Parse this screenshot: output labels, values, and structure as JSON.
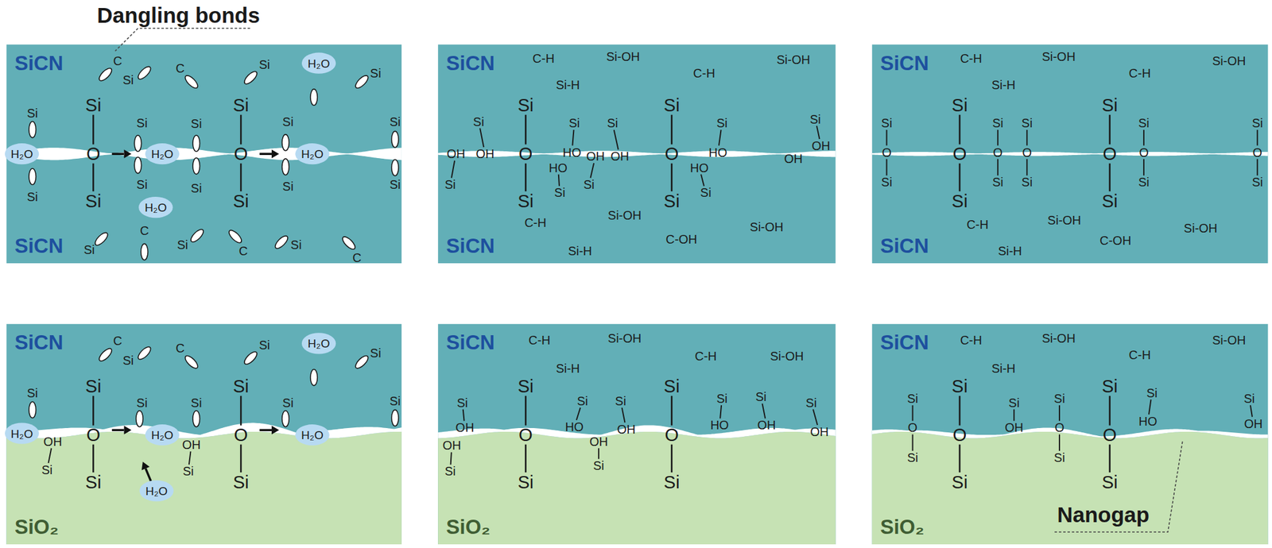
{
  "diagram": {
    "nodes": [
      {
        "text": [
          "SiCN"
        ]
      },
      {
        "text": [
          "SiCN"
        ]
      },
      {
        "text": [
          "SiCN"
        ]
      },
      {
        "text": [
          "SiCN"
        ]
      },
      {
        "text": [
          "SiCN"
        ]
      },
      {
        "text": [
          "SiCN"
        ]
      },
      {
        "text": [
          "SiCN"
        ]
      },
      {
        "text": [
          "SiO₂"
        ]
      },
      {
        "text": [
          "SiCN"
        ]
      },
      {
        "text": [
          "SiO₂"
        ]
      },
      {
        "text": [
          "SiCN"
        ]
      },
      {
        "text": [
          "SiO₂"
        ]
      }
    ],
    "labels": [
      "Dangling bonds",
      "C",
      "Si",
      "C",
      "Si",
      "H₂O",
      "Si",
      "Si",
      "H₂O",
      "Si",
      "Si",
      "O",
      "Si",
      "Si",
      "H₂O",
      "Si",
      "Si",
      "Si",
      "Si",
      "O",
      "Si",
      "Si",
      "H₂O",
      "Si",
      "Si",
      "Si",
      "H₂O",
      "Si",
      "C",
      "Si",
      "C",
      "Si",
      "C",
      "C",
      "Si",
      "C",
      "Si",
      "H₂O",
      "Si",
      "Si",
      "H₂O",
      "OH",
      "Si",
      "Si",
      "O",
      "Si",
      "Si",
      "H₂O",
      "OH",
      "Si",
      "H₂O",
      "Si",
      "Si",
      "O",
      "Si",
      "Si",
      "H₂O",
      "Si",
      "C-H",
      "Si-OH",
      "C-H",
      "Si-OH",
      "Si-H",
      "Si",
      "OH",
      "OH",
      "Si",
      "Si",
      "O",
      "Si",
      "Si",
      "HO",
      "HO",
      "Si",
      "Si",
      "OH",
      "OH",
      "Si",
      "Si",
      "O",
      "Si",
      "Si",
      "HO",
      "HO",
      "Si",
      "Si",
      "OH",
      "OH",
      "C-H",
      "Si-OH",
      "C-OH",
      "Si-OH",
      "Si-H",
      "C-H",
      "Si-OH",
      "C-H",
      "Si-OH",
      "Si-H",
      "Si",
      "O",
      "Si",
      "Si",
      "O",
      "Si",
      "Si",
      "O",
      "Si",
      "Si",
      "O",
      "Si",
      "Si",
      "O",
      "Si",
      "Si",
      "O",
      "Si",
      "Si",
      "O",
      "Si",
      "C-H",
      "Si-OH",
      "C-OH",
      "Si-OH",
      "Si-H",
      "C-H",
      "Si-OH",
      "C-H",
      "Si-OH",
      "Si-H",
      "Si",
      "OH",
      "OH",
      "Si",
      "Si",
      "O",
      "Si",
      "Si",
      "HO",
      "OH",
      "Si",
      "Si",
      "OH",
      "Si",
      "O",
      "Si",
      "Si",
      "HO",
      "Si",
      "OH",
      "Si",
      "OH",
      "C-H",
      "Si-OH",
      "C-H",
      "Si-OH",
      "Si-H",
      "Si",
      "O",
      "Si",
      "Si",
      "O",
      "Si",
      "Si",
      "OH",
      "Si",
      "O",
      "Si",
      "Si",
      "O",
      "Si",
      "Si",
      "HO",
      "Si",
      "OH",
      "Nanogap"
    ]
  }
}
